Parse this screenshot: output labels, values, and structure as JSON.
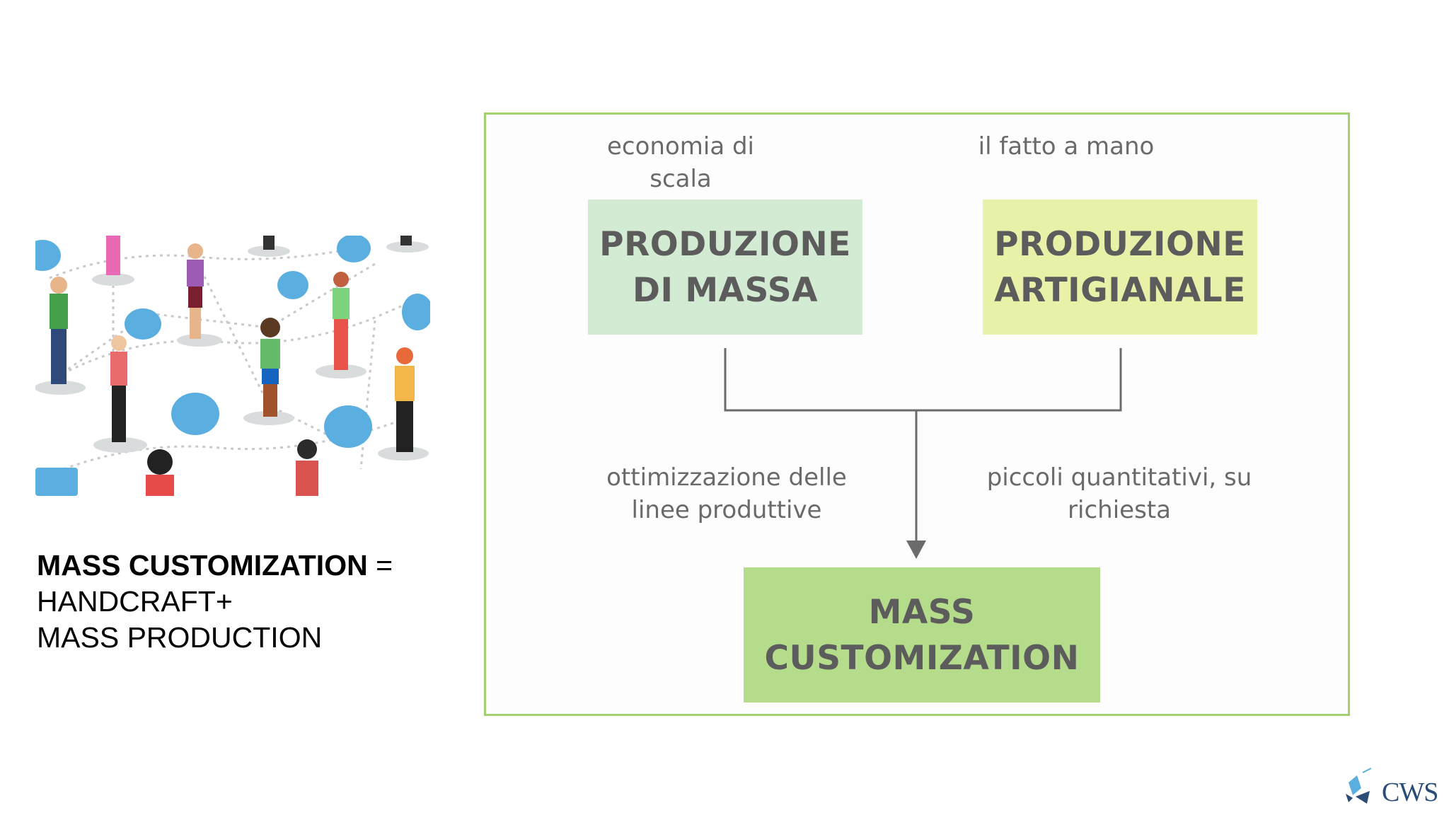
{
  "left_caption": {
    "line1_bold": "MASS CUSTOMIZATION",
    "line1_rest": " =",
    "line2": "HANDCRAFT+",
    "line3": "MASS PRODUCTION"
  },
  "diagram": {
    "left_top_label": "economia di scala",
    "right_top_label": "il fatto a mano",
    "box_mass_production": "PRODUZIONE\nDI MASSA",
    "box_artisan_production": "PRODUZIONE\nARTIGIANALE",
    "left_mid_label": "ottimizzazione delle\nlinee produttive",
    "right_mid_label": "piccoli quantitativi, su\nrichiesta",
    "box_mass_customization": "MASS\nCUSTOMIZATION",
    "colors": {
      "frame_border": "#a4d071",
      "box_mass_production": "#d3ebd3",
      "box_artisan_production": "#e9f1a8",
      "box_mass_customization": "#b5dc8b",
      "connector": "#6b6b6b"
    }
  },
  "logo": {
    "text": "CWS"
  }
}
